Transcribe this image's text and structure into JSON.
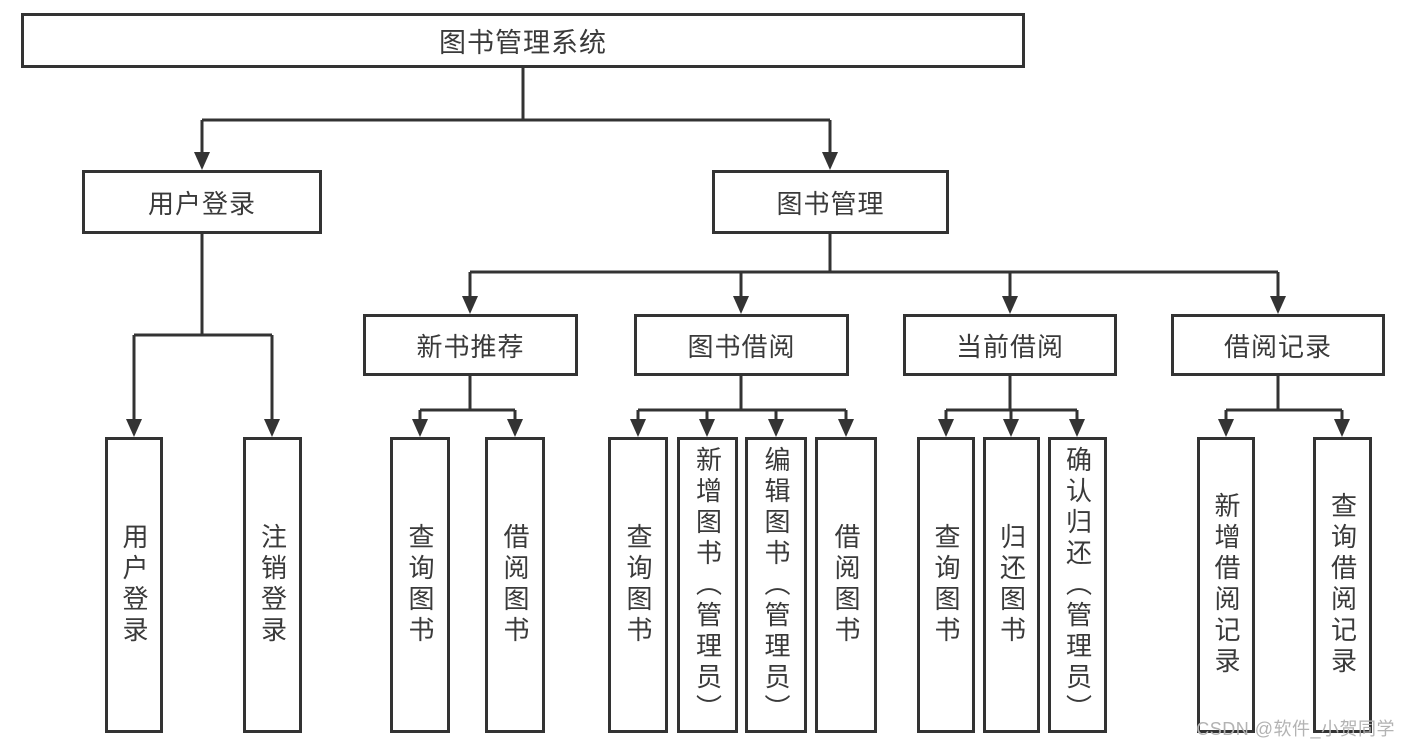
{
  "tree": {
    "root": "图书管理系统",
    "branches": [
      {
        "label": "用户登录",
        "children": [
          "用户登录",
          "注销登录"
        ]
      },
      {
        "label": "图书管理",
        "sections": [
          {
            "label": "新书推荐",
            "children": [
              "查询图书",
              "借阅图书"
            ]
          },
          {
            "label": "图书借阅",
            "children": [
              "查询图书",
              "新增图书（管理员）",
              "编辑图书（管理员）",
              "借阅图书"
            ]
          },
          {
            "label": "当前借阅",
            "children": [
              "查询图书",
              "归还图书",
              "确认归还（管理员）"
            ]
          },
          {
            "label": "借阅记录",
            "children": [
              "新增借阅记录",
              "查询借阅记录"
            ]
          }
        ]
      }
    ]
  },
  "watermark": "CSDN @软件_小贺同学",
  "colors": {
    "line": "#333333",
    "border": "#333333",
    "text": "#3a3a3a",
    "watermark_gray": "#b3b3b3",
    "background": "#ffffff"
  }
}
